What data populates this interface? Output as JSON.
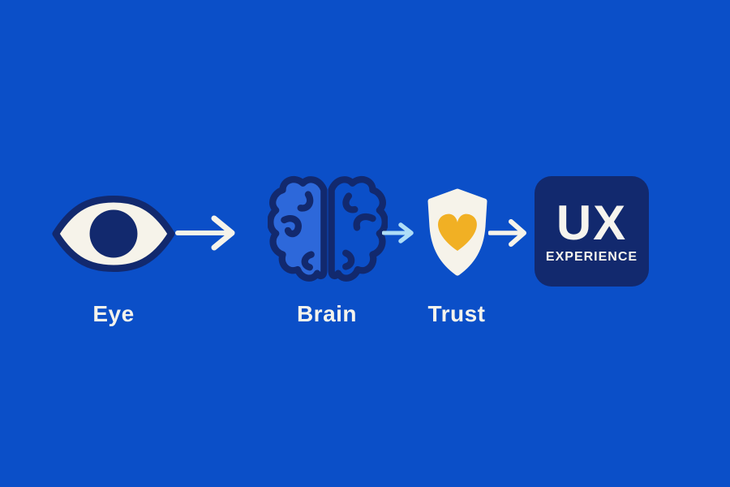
{
  "diagram": {
    "title": "eye-brain-trust-ux-flow",
    "colors": {
      "background": "#0B4FC8",
      "navy_outline": "#12296E",
      "cream": "#F6F3EA",
      "heart_amber": "#F1B024",
      "light_blue_arrow": "#AEDDF7",
      "brain_left_fill": "#2D68DA",
      "label_text": "#F4F2EC"
    },
    "steps": [
      {
        "id": "eye",
        "label": "Eye",
        "icon": "eye-icon"
      },
      {
        "id": "brain",
        "label": "Brain",
        "icon": "brain-icon"
      },
      {
        "id": "trust",
        "label": "Trust",
        "icon": "shield-heart-icon"
      },
      {
        "id": "ux",
        "title": "UX",
        "subtitle": "EXPERIENCE",
        "icon": "ux-badge"
      }
    ],
    "connectors": [
      {
        "from": "eye",
        "to": "brain",
        "style": "white-arrow"
      },
      {
        "from": "brain",
        "to": "trust",
        "style": "light-blue-arrow"
      },
      {
        "from": "trust",
        "to": "ux",
        "style": "white-arrow"
      }
    ]
  }
}
